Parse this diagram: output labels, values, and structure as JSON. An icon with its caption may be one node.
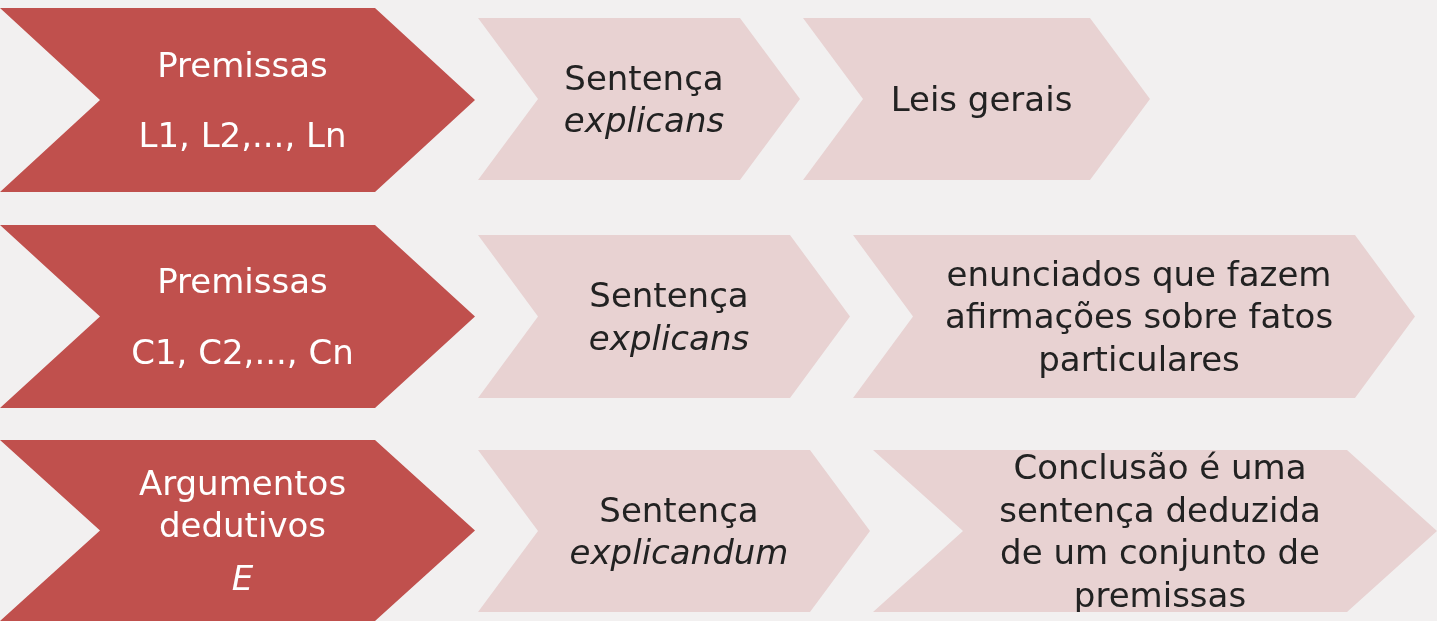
{
  "diagram": {
    "nodes": [
      {
        "text": [
          "Premissas",
          "L1, L2,..., Ln"
        ]
      },
      {
        "text": [
          "Sentença *explicans*"
        ]
      },
      {
        "text": [
          "Leis gerais"
        ]
      },
      {
        "text": [
          "Premissas",
          "C1, C2,..., Cn"
        ]
      },
      {
        "text": [
          "Sentença *explicans*"
        ]
      },
      {
        "text": [
          "enunciados que fazem afirmações sobre fatos particulares"
        ]
      },
      {
        "text": [
          "Argumentos dedutivos",
          "E"
        ]
      },
      {
        "text": [
          "Sentença *explicandum*"
        ]
      },
      {
        "text": [
          "Conclusão é uma sentença deduzida de um conjunto de premissas"
        ]
      }
    ]
  }
}
